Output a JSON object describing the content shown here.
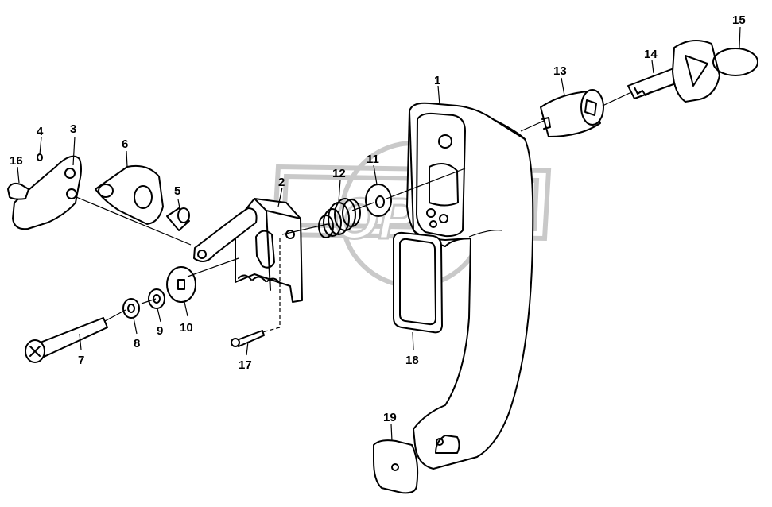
{
  "diagram": {
    "watermark_text": "OPEX",
    "callouts": [
      {
        "id": "1",
        "text": "1"
      },
      {
        "id": "2",
        "text": "2"
      },
      {
        "id": "3",
        "text": "3"
      },
      {
        "id": "4",
        "text": "4"
      },
      {
        "id": "5",
        "text": "5"
      },
      {
        "id": "6",
        "text": "6"
      },
      {
        "id": "7",
        "text": "7"
      },
      {
        "id": "8",
        "text": "8"
      },
      {
        "id": "9",
        "text": "9"
      },
      {
        "id": "10",
        "text": "10"
      },
      {
        "id": "11",
        "text": "11"
      },
      {
        "id": "12",
        "text": "12"
      },
      {
        "id": "13",
        "text": "13"
      },
      {
        "id": "14",
        "text": "14"
      },
      {
        "id": "15",
        "text": "15"
      },
      {
        "id": "16",
        "text": "16"
      },
      {
        "id": "17",
        "text": "17"
      },
      {
        "id": "18",
        "text": "18"
      },
      {
        "id": "19",
        "text": "19"
      }
    ]
  }
}
